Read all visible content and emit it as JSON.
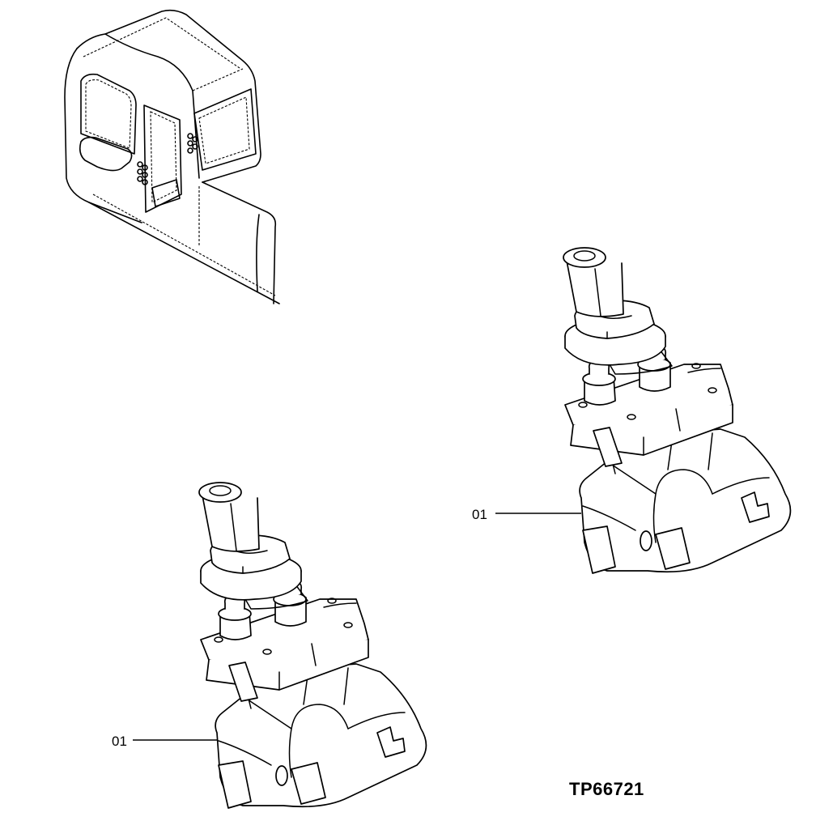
{
  "parts": [
    {
      "callout": "01"
    },
    {
      "callout": "01"
    }
  ],
  "drawing_number": "TP66721"
}
